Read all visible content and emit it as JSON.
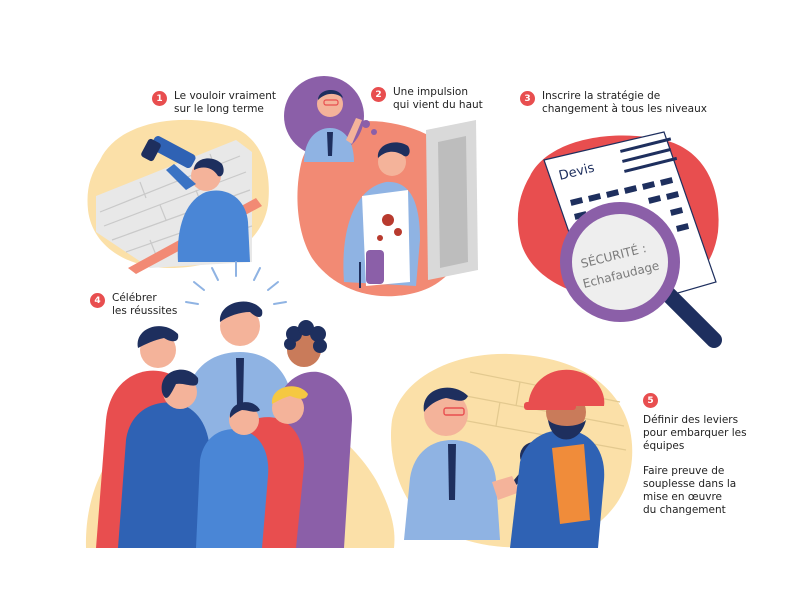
{
  "colors": {
    "accent": "#e84e4f",
    "blob_yellow": "#fbe0a8",
    "blob_salmon": "#f28a74",
    "blob_purple": "#8b5fa8",
    "navy": "#1e2f5e",
    "blue": "#2f62b4",
    "light_blue": "#8fb3e3",
    "orange": "#f08c3a"
  },
  "steps": [
    {
      "number": "1",
      "label": "Le vouloir vraiment\nsur le long terme"
    },
    {
      "number": "2",
      "label": "Une impulsion\nqui vient du haut"
    },
    {
      "number": "3",
      "label": "Inscrire la stratégie de\nchangement à tous les niveaux"
    },
    {
      "number": "4",
      "label": "Célébrer\nles réussites"
    },
    {
      "number": "5",
      "label": "Définir des leviers\npour embarquer les\néquipes",
      "label2": "Faire preuve de\nsouplesse dans la\nmise en œuvre\ndu changement"
    }
  ],
  "document": {
    "title": "Devis",
    "magnified_text_1": "SÉCURITÉ :",
    "magnified_text_2": "Echafaudage"
  }
}
